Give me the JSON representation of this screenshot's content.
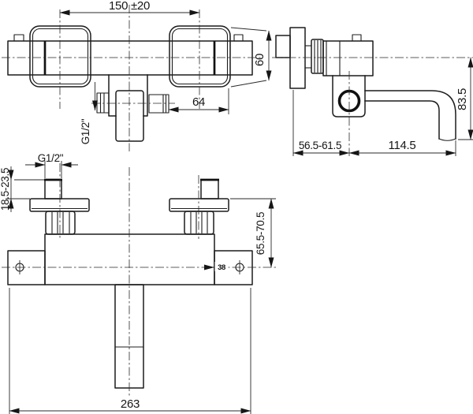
{
  "drawing": {
    "front_view": {
      "dim_center_distance": "150 ±20",
      "dim_offset": "64",
      "thread_label": "G1/2\""
    },
    "side_view": {
      "dim_escutcheon_height": "60",
      "dim_wall_to_spout_axis": "56.5-61.5",
      "dim_spout_reach": "114.5",
      "dim_spout_drop": "83.5"
    },
    "plan_view": {
      "thread_label": "G1/2\"",
      "dim_thread_protrusion": "18.5-23.5",
      "dim_wall_to_body_axis": "65.5-70.5",
      "dim_plate": "38",
      "dim_overall_width": "263"
    },
    "colors": {
      "line": "#1c1c1c",
      "background": "#ffffff"
    }
  }
}
